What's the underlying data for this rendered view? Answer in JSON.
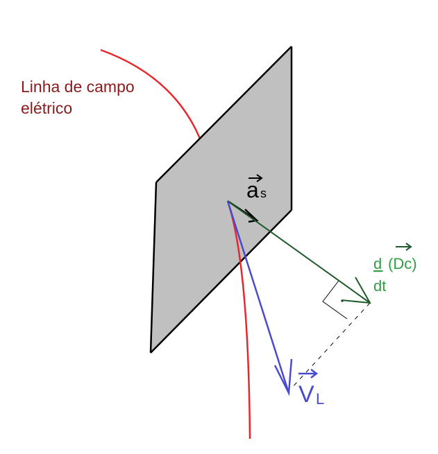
{
  "field_line_label": {
    "line1": "Linha de campo",
    "line2": "elétrico"
  },
  "area_vector": {
    "letter": "a",
    "subscript": "s"
  },
  "displacement_current": {
    "numerator": "d",
    "denominator": "dt",
    "expression": "(Dc)"
  },
  "velocity_vector": {
    "letter": "V",
    "subscript": "L"
  },
  "colors": {
    "field_line": "#e8262b",
    "field_label": "#8b1a1a",
    "plate_fill": "#c0c0c0",
    "plate_edge": "#000000",
    "displacement_arrow": "#1f5a2a",
    "displacement_label": "#2ea043",
    "velocity_arrow": "#4a4acc",
    "velocity_label": "#4a4acc"
  }
}
